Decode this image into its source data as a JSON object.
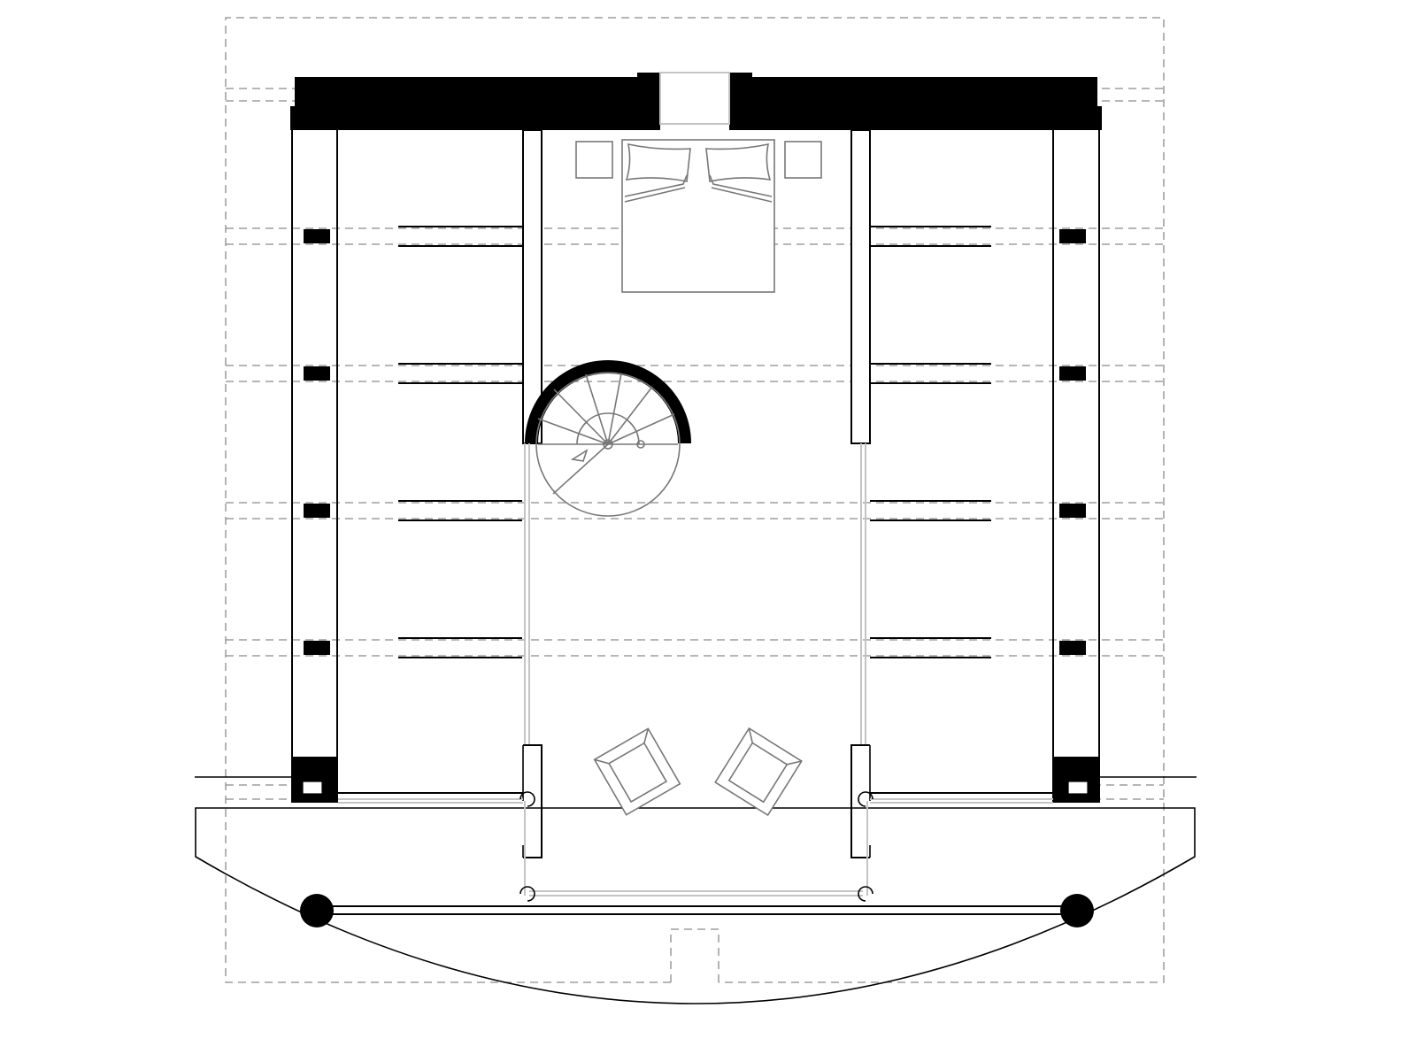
{
  "drawing": {
    "type": "floor-plan",
    "elements": {
      "bed": {
        "pillows": 2,
        "nightstands": 2
      },
      "spiral_stair": {
        "treads": 8
      },
      "armchairs": 2,
      "terrace_columns": 2,
      "window_openings_per_side": 4,
      "rafters_per_side": 4
    },
    "colors": {
      "wall": "#000000",
      "furniture": "#777777",
      "glazing": "#c4c4c4",
      "hidden_line": "#8a8a8a",
      "background": "#ffffff"
    }
  }
}
